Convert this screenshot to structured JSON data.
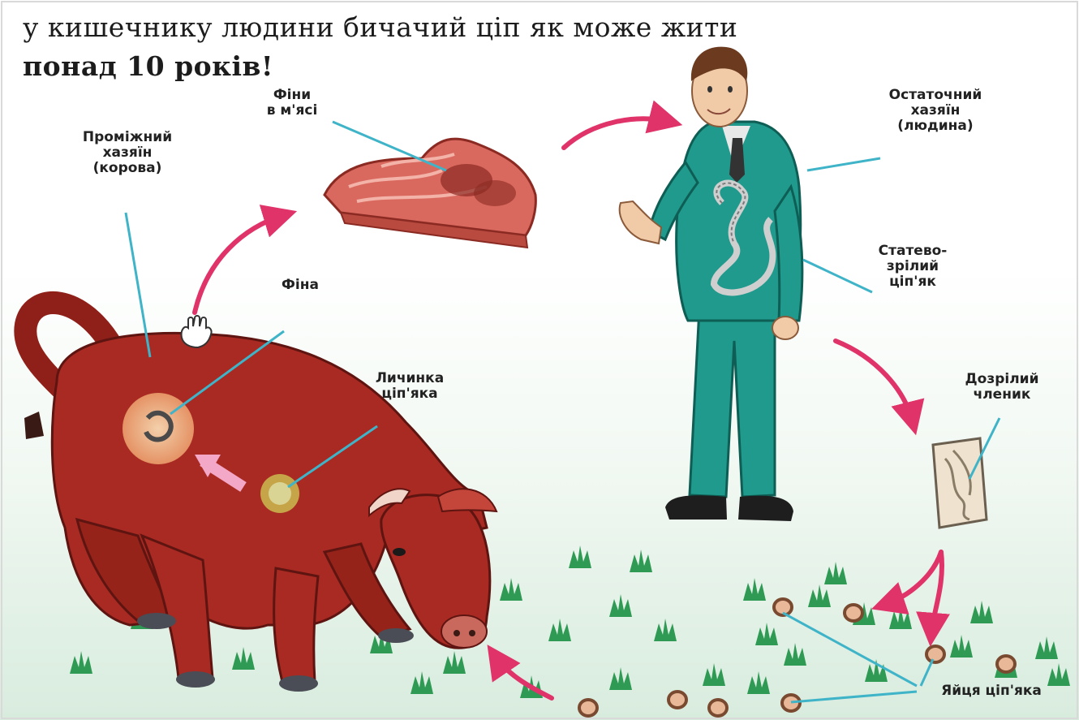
{
  "heading": {
    "line1": "у кишечнику людини бичачий ціп як може жити",
    "line2": "понад 10 років!"
  },
  "labels": {
    "intermediate_host": "Проміжний\nхазяїн\n(корова)",
    "cysts_in_meat": "Фіни\nв м'ясі",
    "cyst": "Фіна",
    "tapeworm_larva": "Личинка\nціп'яка",
    "definitive_host": "Остаточний\nхазяїн\n(людина)",
    "mature_tapeworm": "Статево-\nзрілий\nціп'як",
    "ripe_segment": "Дозрілий\nчленик",
    "tapeworm_eggs": "Яйця ціп'яка"
  },
  "colors": {
    "cow": "#a82a22",
    "suit": "#1f9a8c",
    "arrow": "#e0336a",
    "pointer_line": "#3fb4c8",
    "grass": "#2e9a54",
    "egg": "#e8b899",
    "meat": "#d9695f"
  },
  "icons": [
    "cow-illustration",
    "man-illustration",
    "meat-illustration",
    "segment-illustration",
    "egg-icon",
    "grass-icon",
    "hand-icon"
  ]
}
